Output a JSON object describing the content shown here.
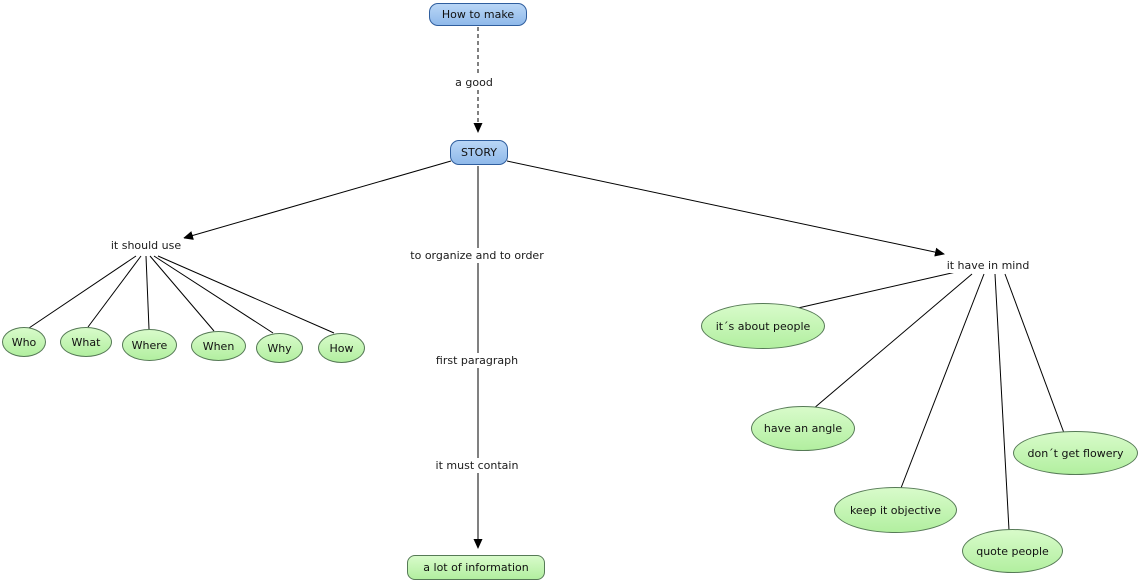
{
  "colors": {
    "concept_fill_top": "#b9d6f6",
    "concept_fill_bottom": "#8fb9ea",
    "concept_border": "#2f5e9e",
    "leaf_fill_top": "#d8fbca",
    "leaf_fill_bottom": "#b2efa0",
    "leaf_border": "#567a56",
    "line": "#000000"
  },
  "nodes": {
    "root": "How to make",
    "story": "STORY",
    "info": "a lot of information"
  },
  "linking": {
    "a_good": "a good",
    "it_should_use": "it should use",
    "to_organize": "to organize and to order",
    "first_paragraph": "first paragraph",
    "it_must_contain": "it must contain",
    "it_have_in_mind": "it have in mind"
  },
  "questions": [
    "Who",
    "What",
    "Where",
    "When",
    "Why",
    "How"
  ],
  "mind_items": [
    "it´s about people",
    "have an angle",
    "keep it objective",
    "quote people",
    "don´t get flowery"
  ]
}
